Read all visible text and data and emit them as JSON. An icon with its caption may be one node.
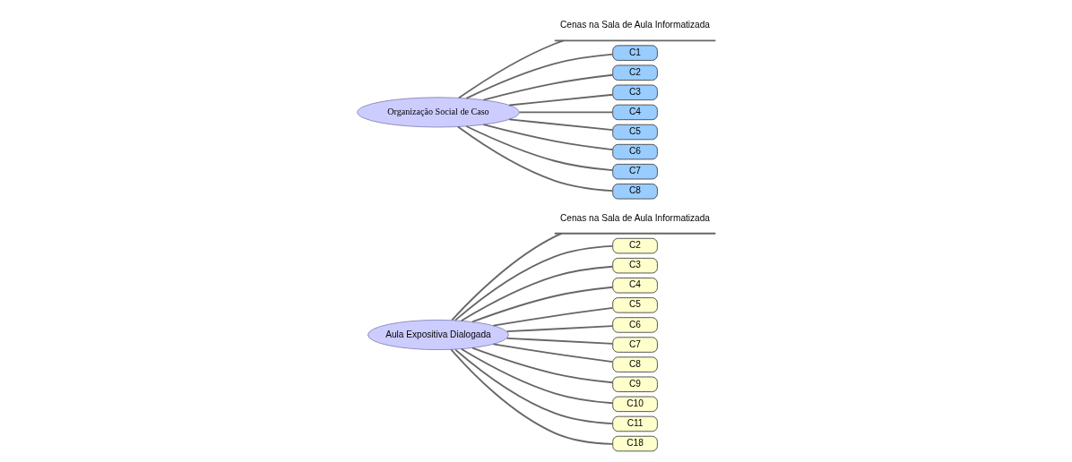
{
  "diagram": {
    "nodes": [
      {
        "text": [
          "Aula Expositiva Dialogada"
        ]
      },
      {
        "text": [
          "Cenas na Sala de Aula Informatizada"
        ]
      },
      {
        "text": [
          "C2"
        ]
      },
      {
        "text": [
          "C3"
        ]
      },
      {
        "text": [
          "C4"
        ]
      },
      {
        "text": [
          "C5"
        ]
      },
      {
        "text": [
          "C6"
        ]
      },
      {
        "text": [
          "C7"
        ]
      },
      {
        "text": [
          "C8"
        ]
      },
      {
        "text": [
          "C9"
        ]
      },
      {
        "text": [
          "C10"
        ]
      },
      {
        "text": [
          "C11"
        ]
      },
      {
        "text": [
          "C18"
        ]
      },
      {
        "text": [
          "Organização Social de Caso"
        ]
      },
      {
        "text": [
          "Cenas na Sala de Aula Informatizada"
        ]
      },
      {
        "text": [
          "C1"
        ]
      },
      {
        "text": [
          "C2"
        ]
      },
      {
        "text": [
          "C3"
        ]
      },
      {
        "text": [
          "C4"
        ]
      },
      {
        "text": [
          "C5"
        ]
      },
      {
        "text": [
          "C6"
        ]
      },
      {
        "text": [
          "C7"
        ]
      },
      {
        "text": [
          "C8"
        ]
      }
    ],
    "edges": [
      {
        "from": 0,
        "to": 1,
        "arrow": "none"
      },
      {
        "from": 0,
        "to": 2,
        "arrow": "none"
      },
      {
        "from": 0,
        "to": 3,
        "arrow": "none"
      },
      {
        "from": 0,
        "to": 4,
        "arrow": "none"
      },
      {
        "from": 0,
        "to": 5,
        "arrow": "none"
      },
      {
        "from": 0,
        "to": 6,
        "arrow": "none"
      },
      {
        "from": 0,
        "to": 7,
        "arrow": "none"
      },
      {
        "from": 0,
        "to": 8,
        "arrow": "none"
      },
      {
        "from": 0,
        "to": 9,
        "arrow": "none"
      },
      {
        "from": 0,
        "to": 10,
        "arrow": "none"
      },
      {
        "from": 0,
        "to": 11,
        "arrow": "none"
      },
      {
        "from": 0,
        "to": 12,
        "arrow": "none"
      },
      {
        "from": 13,
        "to": 14,
        "arrow": "none"
      },
      {
        "from": 13,
        "to": 15,
        "arrow": "none"
      },
      {
        "from": 13,
        "to": 16,
        "arrow": "none"
      },
      {
        "from": 13,
        "to": 17,
        "arrow": "none"
      },
      {
        "from": 13,
        "to": 18,
        "arrow": "none"
      },
      {
        "from": 13,
        "to": 19,
        "arrow": "none"
      },
      {
        "from": 13,
        "to": 20,
        "arrow": "none"
      },
      {
        "from": 13,
        "to": 21,
        "arrow": "none"
      },
      {
        "from": 13,
        "to": 22,
        "arrow": "none"
      }
    ]
  }
}
